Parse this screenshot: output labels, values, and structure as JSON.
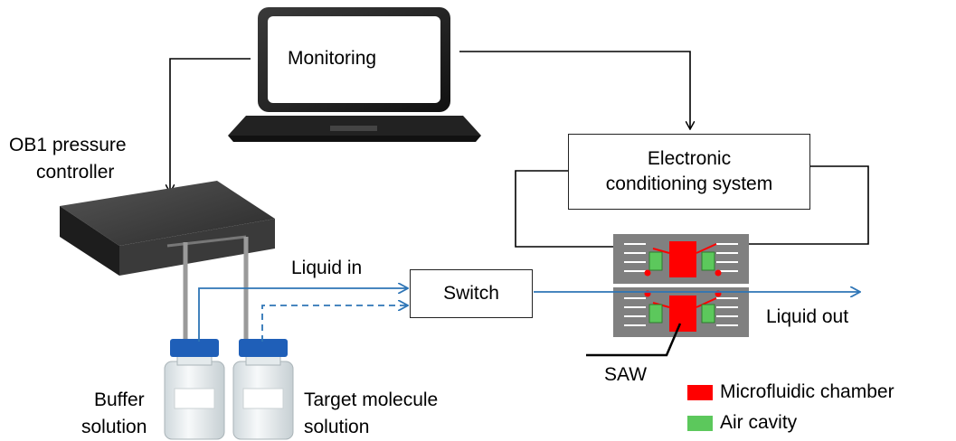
{
  "laptop": {
    "label": "Monitoring"
  },
  "controller": {
    "label_line1": "OB1 pressure",
    "label_line2": "controller"
  },
  "electronics": {
    "label_line1": "Electronic",
    "label_line2": "conditioning system"
  },
  "switch": {
    "label": "Switch"
  },
  "liquid_in": "Liquid in",
  "liquid_out": "Liquid out",
  "saw": "SAW",
  "bottles": [
    {
      "line1": "Buffer",
      "line2": "solution"
    },
    {
      "line1": "Target molecule",
      "line2": "solution"
    }
  ],
  "legend": [
    {
      "label": "Microfluidic chamber",
      "color": "#ff0000"
    },
    {
      "label": "Air cavity",
      "color": "#5cc85c"
    }
  ],
  "colors": {
    "flow_line": "#2e75b6",
    "cap": "#1f5fb8",
    "device": "#808080"
  }
}
